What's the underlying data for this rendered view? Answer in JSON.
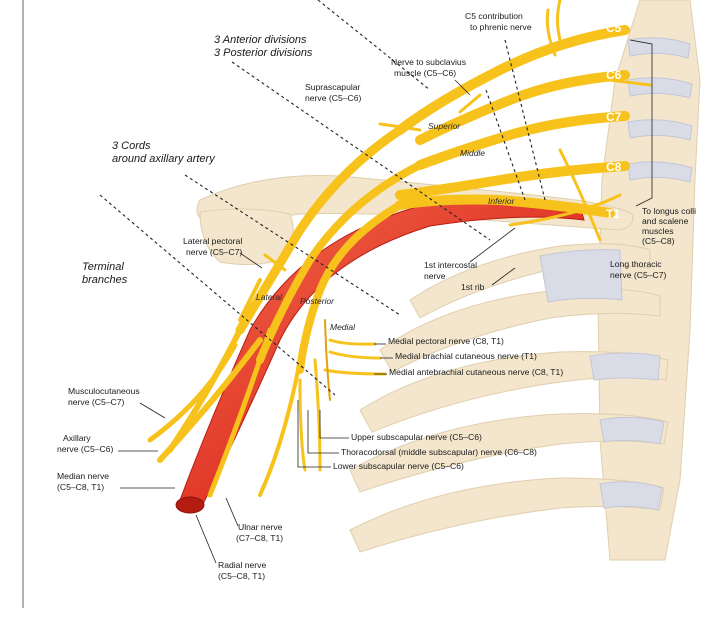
{
  "colors": {
    "nerve": "#f7c21b",
    "nerve_dark": "#e2a10f",
    "artery": "#e23a2a",
    "bone": "#f3e6cd",
    "cartilage": "#d9dce6"
  },
  "roots": [
    "C5",
    "C6",
    "C7",
    "C8",
    "T1"
  ],
  "trunks": [
    "Superior",
    "Middle",
    "Inferior"
  ],
  "cords": [
    "Lateral",
    "Posterior",
    "Medial"
  ],
  "headings": {
    "divisions_line1": "3 Anterior divisions",
    "divisions_line2": "3 Posterior divisions",
    "cords_line1": "3 Cords",
    "cords_line2": "around axillary artery",
    "terminal_line1": "Terminal",
    "terminal_line2": "branches"
  },
  "labels": {
    "phrenic_1": "C5 contribution",
    "phrenic_2": "to phrenic nerve",
    "subclavius_1": "Nerve to subclavius",
    "subclavius_2": "muscle (C5–C6)",
    "suprascapular_1": "Suprascapular",
    "suprascapular_2": "nerve (C5–C6)",
    "longus_1": "To longus colli",
    "longus_2": "and scalene",
    "longus_3": "muscles",
    "longus_4": "(C5–C8)",
    "long_thoracic_1": "Long thoracic",
    "long_thoracic_2": "nerve (C5–C7)",
    "intercostal_1": "1st intercostal",
    "intercostal_2": "nerve",
    "first_rib": "1st rib",
    "lat_pectoral_1": "Lateral pectoral",
    "lat_pectoral_2": "nerve (C5–C7)",
    "med_pectoral": "Medial pectoral nerve (C8, T1)",
    "med_brachial": "Medial brachial cutaneous nerve (T1)",
    "med_antebrachial": "Medial antebrachial cutaneous nerve (C8, T1)",
    "musculo_1": "Musculocutaneous",
    "musculo_2": "nerve (C5–C7)",
    "axillary_1": "Axillary",
    "axillary_2": "nerve (C5–C6)",
    "median_1": "Median nerve",
    "median_2": "(C5–C8, T1)",
    "upper_subscap": "Upper subscapular nerve (C5–C6)",
    "thoracodorsal": "Thoracodorsal (middle subscapular) nerve (C6–C8)",
    "lower_subscap": "Lower subscapular nerve (C5–C6)",
    "ulnar_1": "Ulnar nerve",
    "ulnar_2": "(C7–C8, T1)",
    "radial_1": "Radial nerve",
    "radial_2": "(C5–C8, T1)"
  }
}
